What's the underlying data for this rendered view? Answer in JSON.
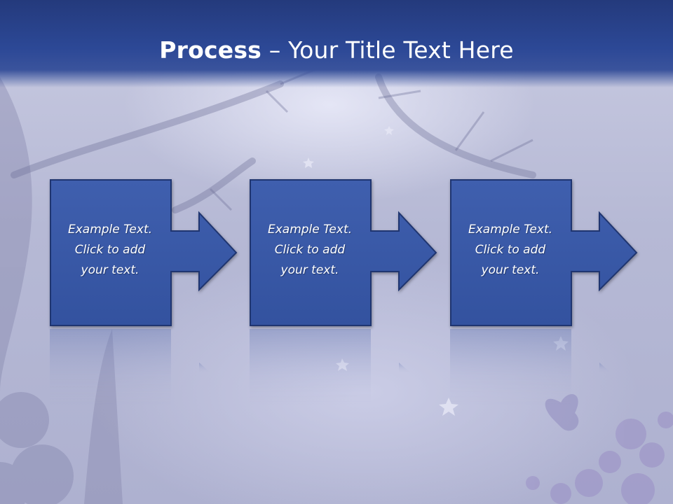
{
  "title": {
    "bold_part": "Process",
    "rest_part": " – Your Title Text Here"
  },
  "steps": [
    {
      "lines": [
        "Example Text.",
        "Click  to add",
        "your text."
      ]
    },
    {
      "lines": [
        "Example Text.",
        "Click  to add",
        "your text."
      ]
    },
    {
      "lines": [
        "Example Text.",
        "Click  to add",
        "your text."
      ]
    }
  ],
  "colors": {
    "header": "#2c4896",
    "box_fill": "#3a5aa6",
    "box_stroke": "#203872"
  }
}
